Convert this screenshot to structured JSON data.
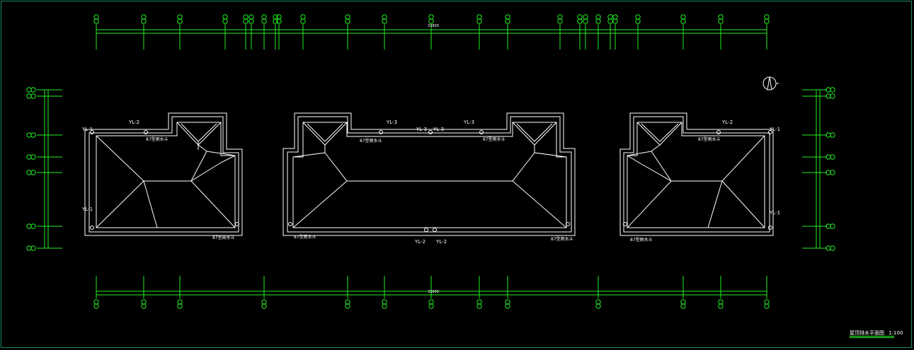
{
  "drawing": {
    "title": "屋顶排水平面图",
    "scale": "1:100",
    "top_total": "33800",
    "bottom_total": "33800"
  },
  "labels": {
    "yl1": "YL-1",
    "yl2": "YL-2",
    "yl3": "YL-3",
    "drain": "87型雨水斗"
  },
  "colors": {
    "background": "#000000",
    "grid": "#22ee22",
    "outline": "#ffffff",
    "frame": "#1a8a6a"
  }
}
